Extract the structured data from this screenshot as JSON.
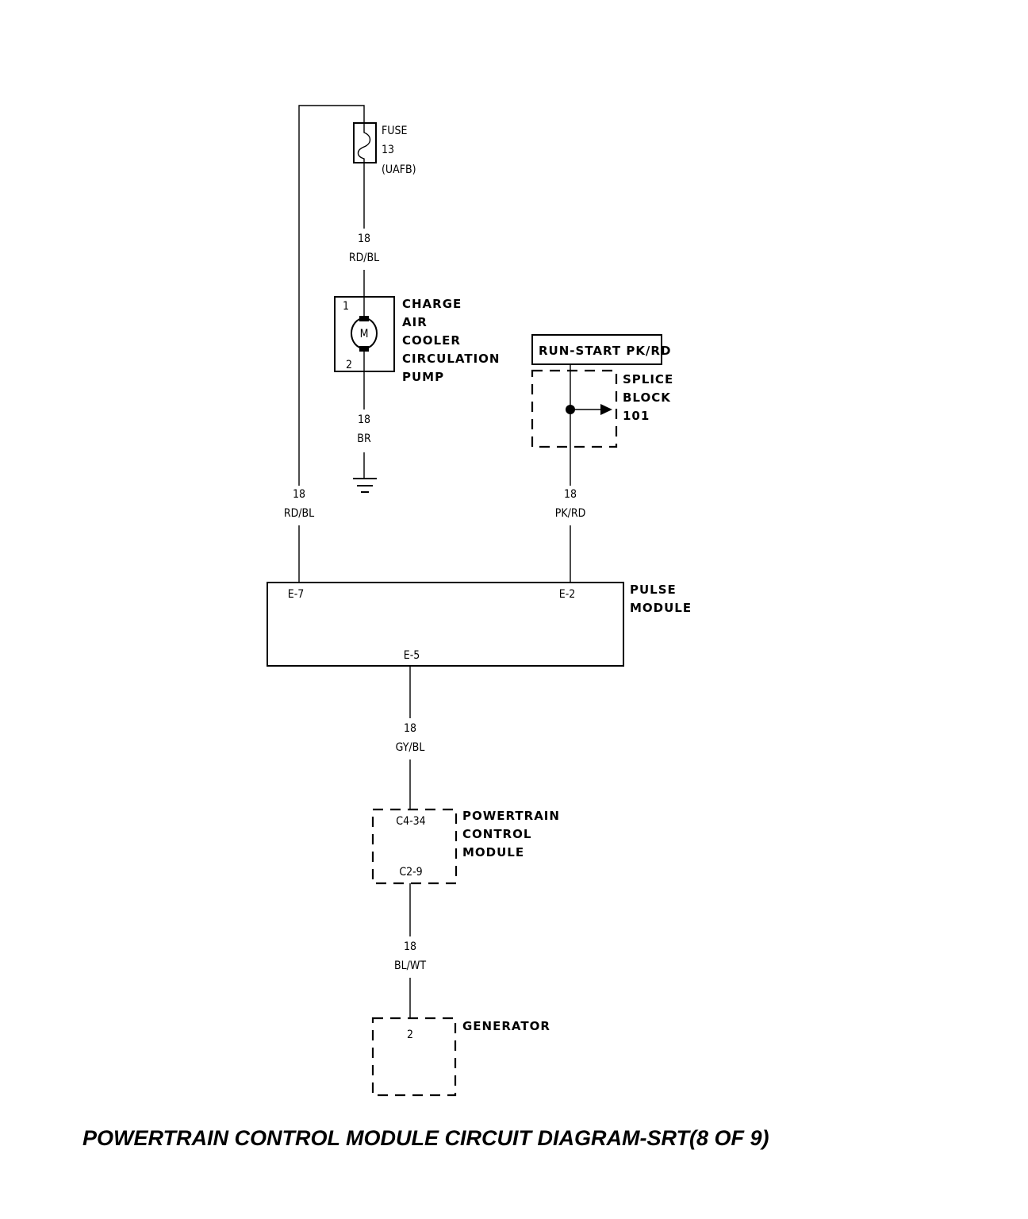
{
  "title": "POWERTRAIN CONTROL MODULE CIRCUIT DIAGRAM-SRT(8 OF 9)",
  "fuse": {
    "label": "FUSE",
    "number": "13",
    "type": "(UAFB)"
  },
  "wire_fuse_to_pump": {
    "gauge": "18",
    "color": "RD/BL"
  },
  "pump": {
    "name_lines": [
      "CHARGE",
      "AIR",
      "COOLER",
      "CIRCULATION",
      "PUMP"
    ],
    "pin_top": "1",
    "pin_bottom": "2",
    "motor_symbol": "M"
  },
  "wire_pump_to_ground": {
    "gauge": "18",
    "color": "BR"
  },
  "wire_left_to_pulse": {
    "gauge": "18",
    "color": "RD/BL"
  },
  "run_start_label": "RUN-START PK/RD",
  "splice_block": {
    "name_lines": [
      "SPLICE",
      "BLOCK",
      "101"
    ]
  },
  "wire_splice_to_pulse": {
    "gauge": "18",
    "color": "PK/RD"
  },
  "pulse_module": {
    "name_lines": [
      "PULSE",
      "MODULE"
    ],
    "pin_left": "E-7",
    "pin_right": "E-2",
    "pin_bottom": "E-5"
  },
  "wire_pulse_to_pcm": {
    "gauge": "18",
    "color": "GY/BL"
  },
  "pcm": {
    "name_lines": [
      "POWERTRAIN",
      "CONTROL",
      "MODULE"
    ],
    "pin_top": "C4-34",
    "pin_bottom": "C2-9"
  },
  "wire_pcm_to_generator": {
    "gauge": "18",
    "color": "BL/WT"
  },
  "generator": {
    "name": "GENERATOR",
    "pin": "2"
  }
}
